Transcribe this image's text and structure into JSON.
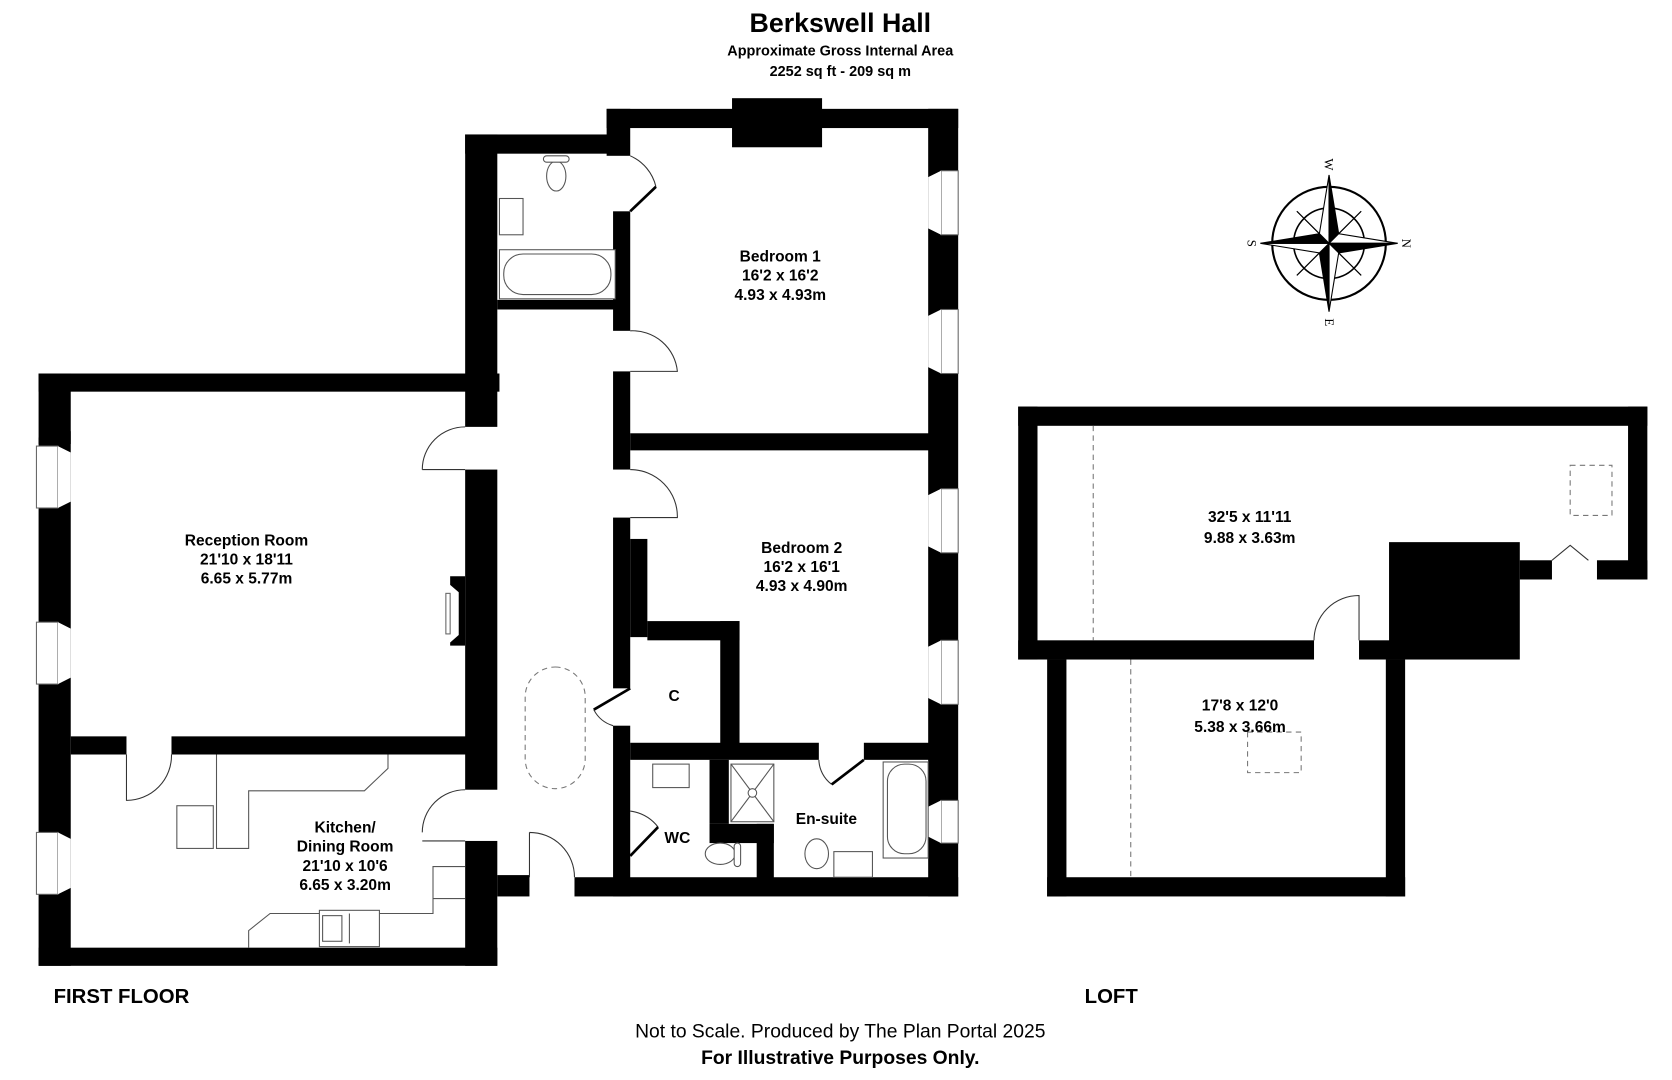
{
  "header": {
    "title": "Berkswell Hall",
    "subtitle": "Approximate Gross Internal Area",
    "area": "2252 sq ft - 209 sq m"
  },
  "floors": {
    "first_floor_label": "FIRST FLOOR",
    "loft_label": "LOFT"
  },
  "rooms": {
    "bedroom1": {
      "name": "Bedroom 1",
      "imperial": "16'2 x 16'2",
      "metric": "4.93 x 4.93m"
    },
    "bedroom2": {
      "name": "Bedroom 2",
      "imperial": "16'2 x 16'1",
      "metric": "4.93 x 4.90m"
    },
    "reception": {
      "name": "Reception Room",
      "imperial": "21'10 x 18'11",
      "metric": "6.65 x 5.77m"
    },
    "kitchen": {
      "name_line1": "Kitchen/",
      "name_line2": "Dining Room",
      "imperial": "21'10 x 10'6",
      "metric": "6.65 x 3.20m"
    },
    "cupboard": {
      "name": "C"
    },
    "wc": {
      "name": "WC"
    },
    "ensuite": {
      "name": "En-suite"
    },
    "loft_main": {
      "imperial": "32'5 x 11'11",
      "metric": "9.88 x 3.63m"
    },
    "loft_second": {
      "imperial": "17'8 x 12'0",
      "metric": "5.38 x 3.66m"
    }
  },
  "compass": {
    "north": "N",
    "south": "S",
    "east": "E",
    "west": "W"
  },
  "footer": {
    "disclaimer": "Not to Scale. Produced by The Plan Portal 2025",
    "illustrative": "For Illustrative Purposes Only."
  },
  "colors": {
    "wall": "#000000",
    "background": "#ffffff",
    "fixture_line": "#555555"
  }
}
